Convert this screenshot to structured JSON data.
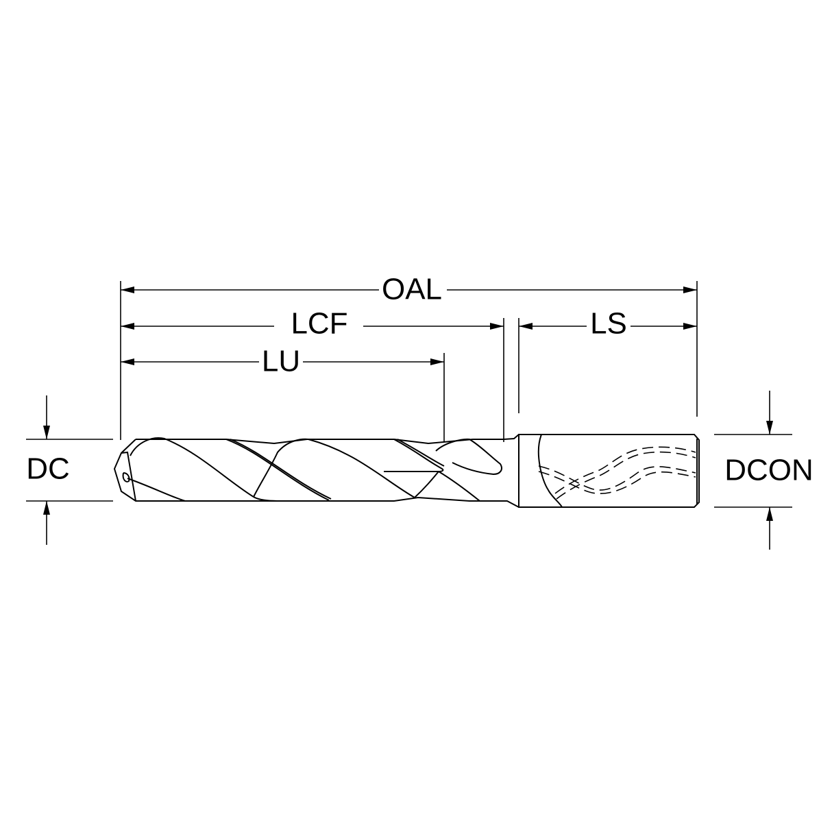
{
  "diagram": {
    "subject": "drill",
    "dimensions": {
      "oal": "OAL",
      "lcf": "LCF",
      "ls": "LS",
      "lu": "LU",
      "dc": "DC",
      "dcon": "DCON"
    }
  }
}
